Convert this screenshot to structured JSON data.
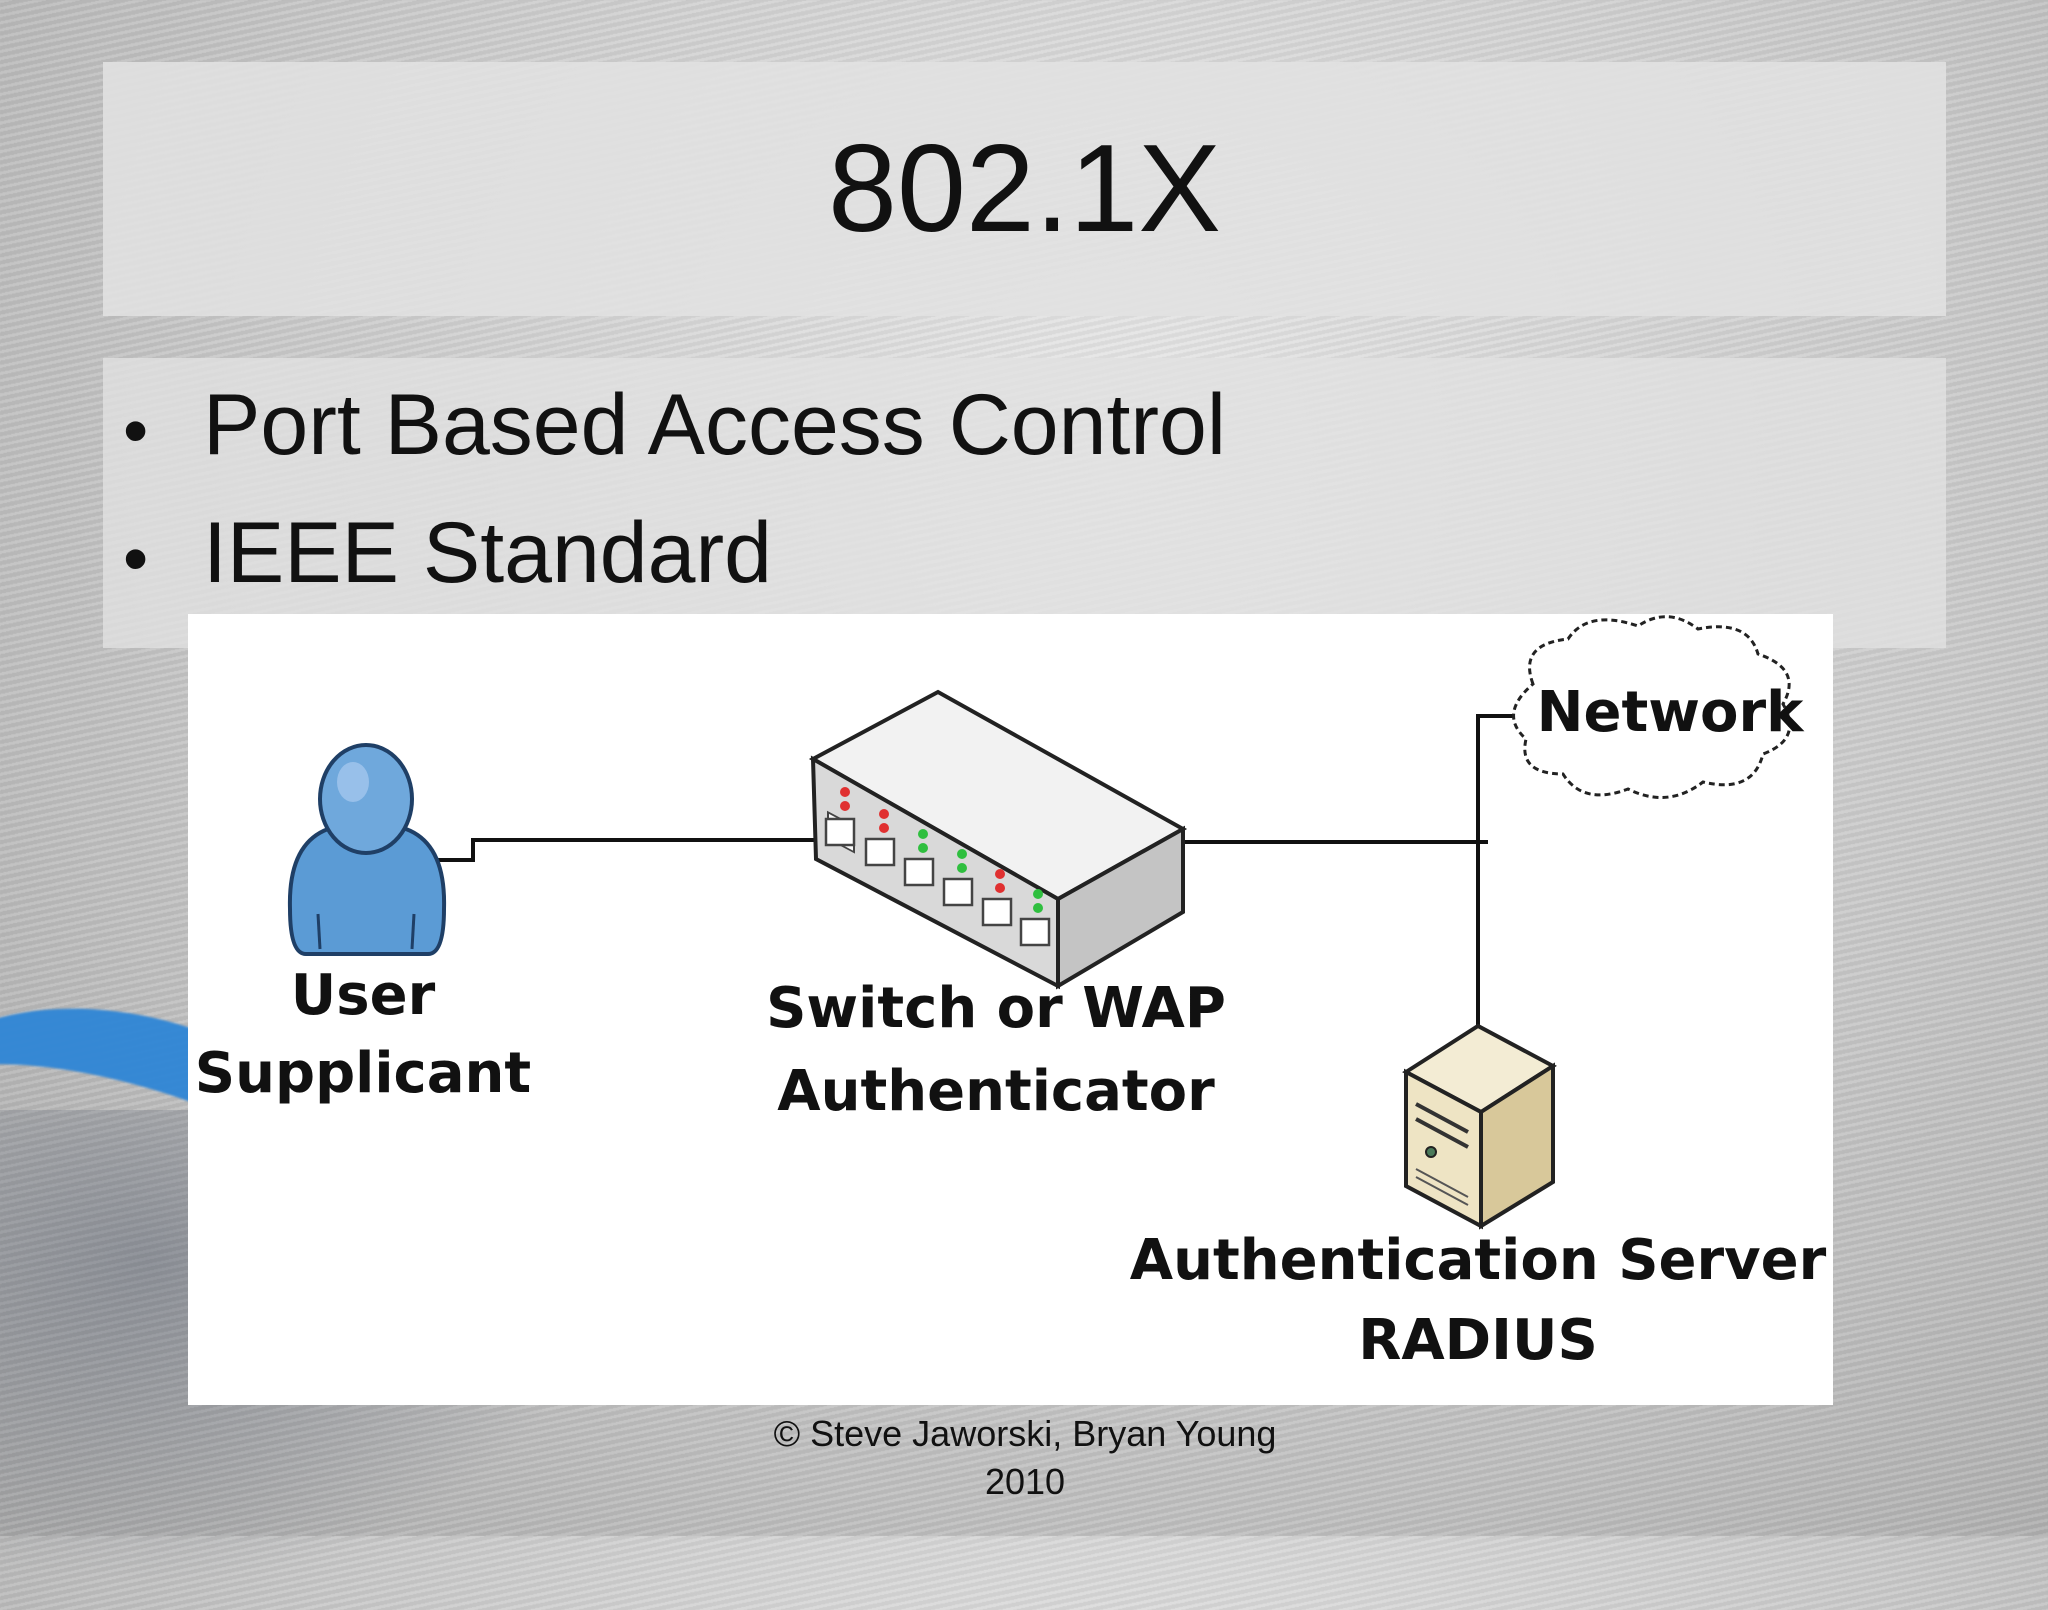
{
  "slide": {
    "title": "802.1X",
    "bullets": [
      "Port Based Access Control",
      "IEEE Standard"
    ],
    "footer_line1": "© Steve Jaworski, Bryan Young",
    "footer_line2": "2010"
  },
  "diagram": {
    "user": {
      "line1": "User",
      "line2": "Supplicant",
      "icon": "user-icon"
    },
    "switch": {
      "line1": "Switch or WAP",
      "line2": "Authenticator",
      "icon": "network-switch-icon"
    },
    "network": {
      "label": "Network",
      "icon": "cloud-icon"
    },
    "server": {
      "line1": "Authentication Server",
      "line2": "RADIUS",
      "icon": "server-icon"
    }
  },
  "colors": {
    "user_blue": "#5b9bd5",
    "led_red": "#e03030",
    "led_green": "#2fbf3f",
    "server_beige": "#e8dcb8",
    "cable_blue": "#2f86d6"
  }
}
